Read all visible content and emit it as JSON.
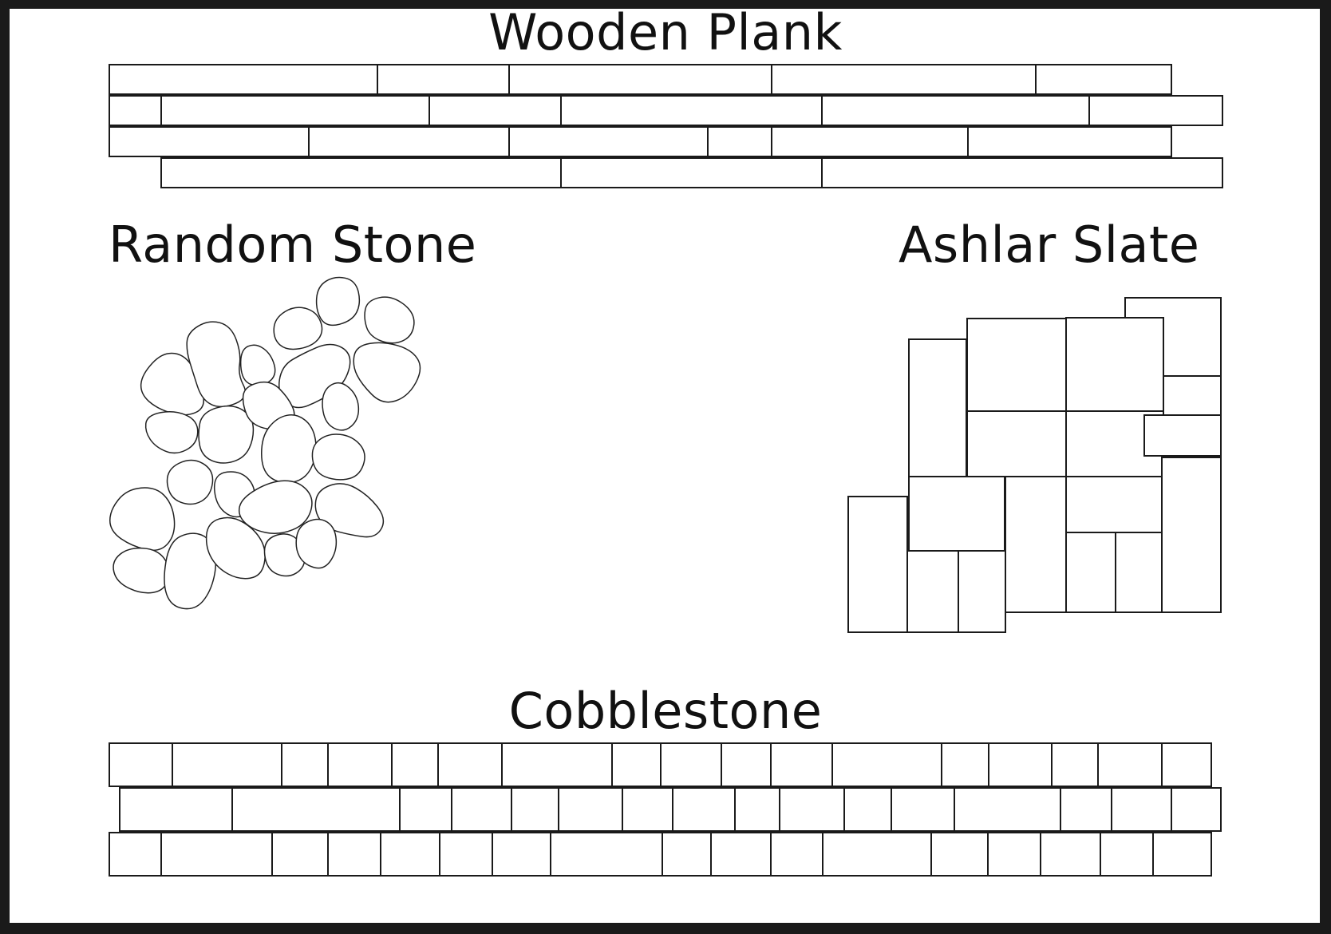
{
  "titles": {
    "wooden_plank": "Wooden Plank",
    "random_stone": "Random Stone",
    "ashlar_slate": "Ashlar Slate",
    "cobblestone": "Cobblestone"
  },
  "colors": {
    "background": "#ffffff",
    "frame": "#1a1a1a",
    "lines": "#1a1a1a"
  }
}
